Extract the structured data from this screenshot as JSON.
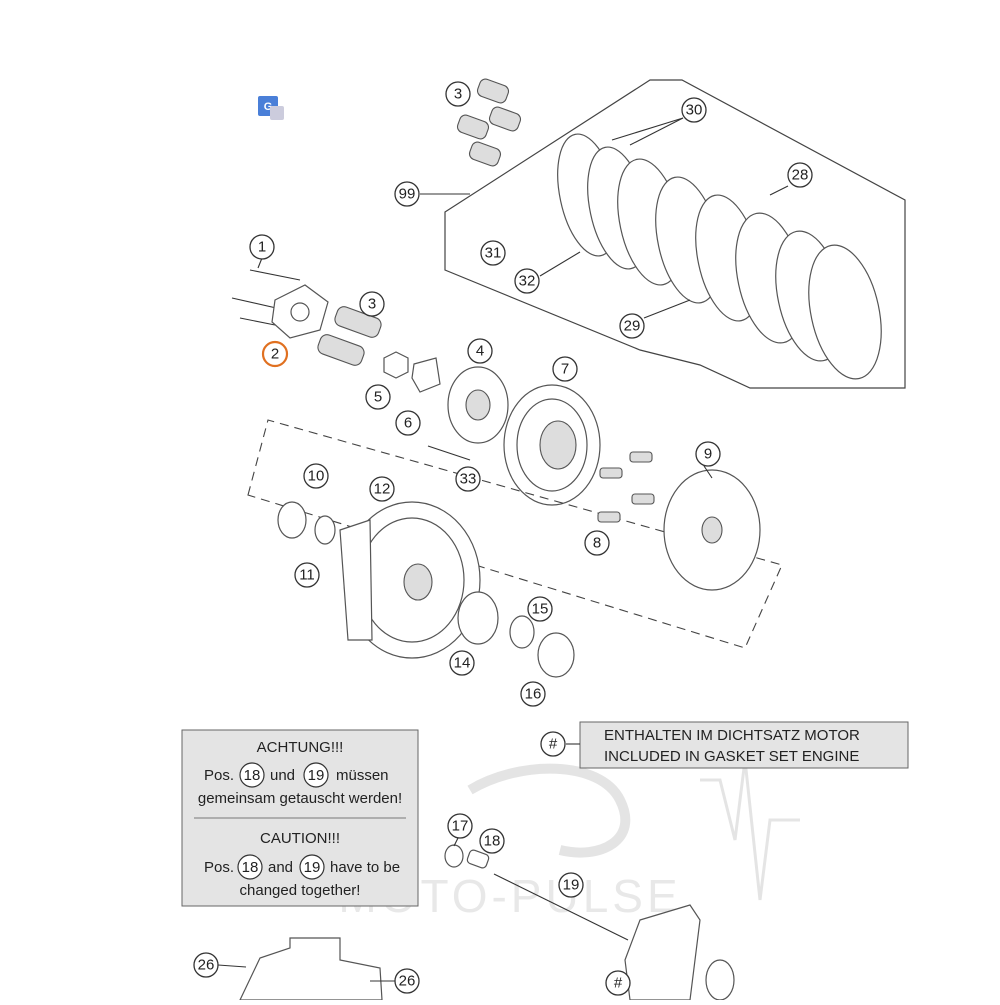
{
  "callouts": {
    "c1": "1",
    "c2": "2",
    "c3a": "3",
    "c3b": "3",
    "c4": "4",
    "c5": "5",
    "c6": "6",
    "c7": "7",
    "c8": "8",
    "c9": "9",
    "c10": "10",
    "c11": "11",
    "c12": "12",
    "c14": "14",
    "c15": "15",
    "c16": "16",
    "c17": "17",
    "c18": "18",
    "c19": "19",
    "c26a": "26",
    "c26b": "26",
    "c28": "28",
    "c29": "29",
    "c30": "30",
    "c31": "31",
    "c32": "32",
    "c33": "33",
    "c99": "99",
    "hash_a": "#",
    "hash_b": "#"
  },
  "highlight_color": "#e07020",
  "gasket_note": {
    "line1": "ENTHALTEN IM DICHTSATZ MOTOR",
    "line2": "INCLUDED IN GASKET SET ENGINE"
  },
  "warning_box": {
    "de_title": "ACHTUNG!!!",
    "de_pos": "Pos.",
    "de_num1": "18",
    "de_and": "und",
    "de_num2": "19",
    "de_tail": "müssen",
    "de_line2": "gemeinsam getauscht werden!",
    "en_title": "CAUTION!!!",
    "en_pos": "Pos.",
    "en_num1": "18",
    "en_and": "and",
    "en_num2": "19",
    "en_tail": "have to be",
    "en_line2": "changed together!"
  },
  "watermark": "MOTO-PULSE",
  "translate_icon": "google-translate-icon"
}
